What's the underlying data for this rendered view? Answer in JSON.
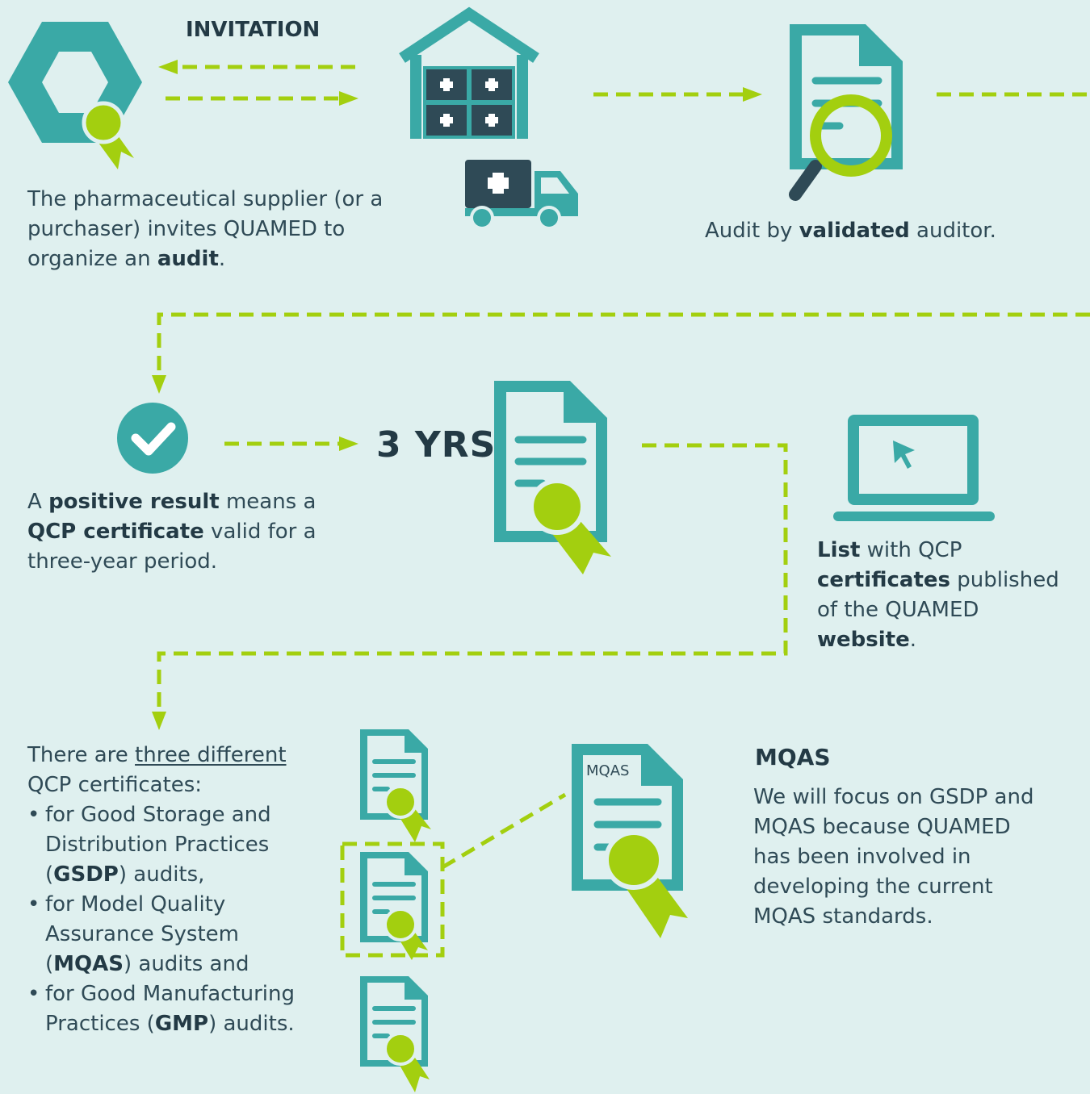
{
  "step1": {
    "label": "INVITATION",
    "text_a": "The pharmaceutical supplier (or a purchaser) invites QUAMED to organize an ",
    "text_bold": "audit",
    "text_end": "."
  },
  "step2": {
    "text_a": "Audit by ",
    "text_bold": "validated",
    "text_b": " auditor."
  },
  "step3": {
    "text_a": "A ",
    "bold_1": "positive result",
    "text_b": " means a ",
    "bold_2": "QCP certificate",
    "text_c": " valid for a three-year period.",
    "period": "3 YRS"
  },
  "step4": {
    "bold_1": "List",
    "text_a": " with QCP ",
    "bold_2": "certificates",
    "text_b": " published of the QUAMED ",
    "bold_3": "website",
    "text_c": "."
  },
  "step5": {
    "text_a": "There are ",
    "underline": "three different",
    "text_b": " QCP certificates:",
    "items": [
      {
        "a": "for Good Storage and Distribution Practices (",
        "b": "GSDP",
        "c": ") audits,"
      },
      {
        "a": "for Model Quality Assurance System (",
        "b": "MQAS",
        "c": ") audits and"
      },
      {
        "a": "for Good Manufacturing Practices (",
        "b": "GMP",
        "c": ") audits."
      }
    ]
  },
  "mqas": {
    "doc_label": "MQAS",
    "title": "MQAS",
    "text": "We will focus on GSDP and MQAS because QUAMED has been involved in developing the current MQAS standards."
  },
  "colors": {
    "teal": "#3aa9a6",
    "dark": "#2f4a56",
    "green": "#a3cf0f",
    "background": "#dff0ef"
  }
}
